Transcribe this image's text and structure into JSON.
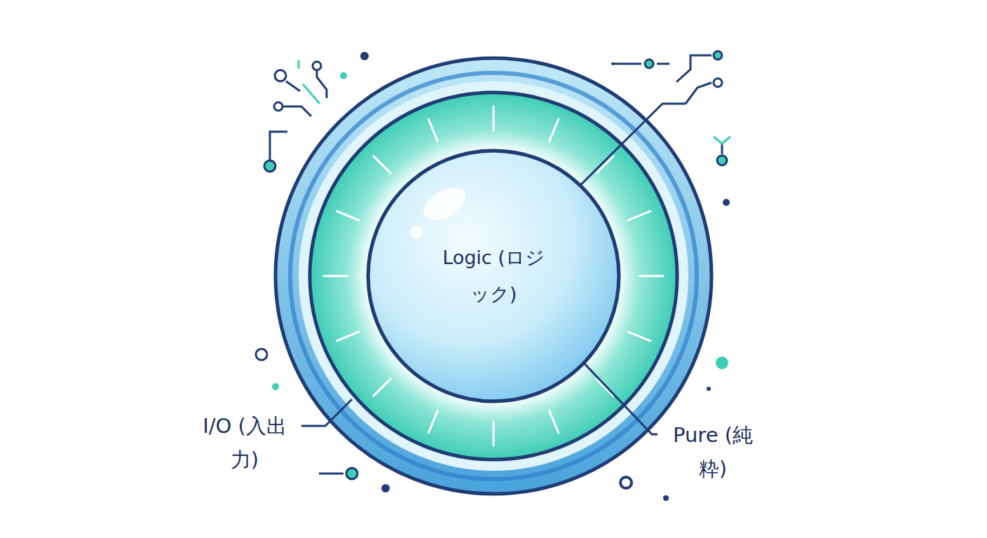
{
  "diagram": {
    "nodes": [
      {
        "text": [
          "Logic (ロジック)"
        ]
      }
    ],
    "labels": [
      "I/O (入出力)",
      "Pure (純粋)"
    ]
  }
}
